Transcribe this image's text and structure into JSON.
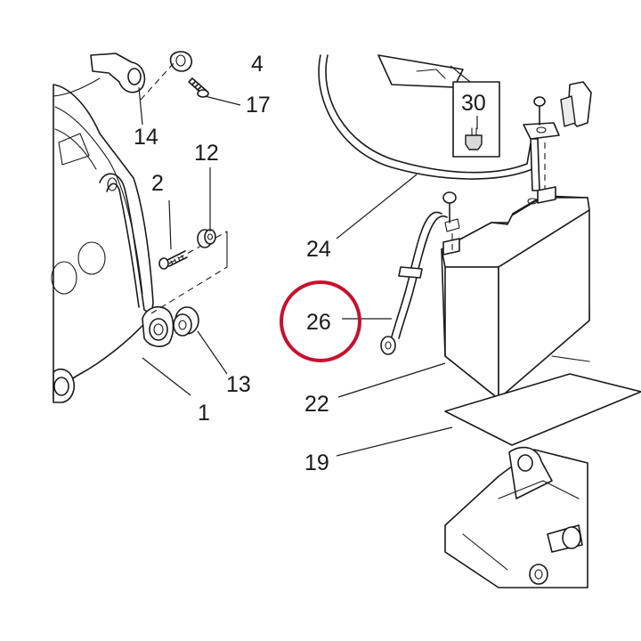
{
  "part_labels": {
    "p1": "1",
    "p2": "2",
    "p4": "4",
    "p12": "12",
    "p13": "13",
    "p14": "14",
    "p17": "17",
    "p19": "19",
    "p22": "22",
    "p24": "24",
    "p26": "26",
    "p30": "30"
  },
  "highlight": {
    "part": "26",
    "color": "#c8102e"
  },
  "colors": {
    "line": "#1a1a1a",
    "background": "#ffffff"
  }
}
